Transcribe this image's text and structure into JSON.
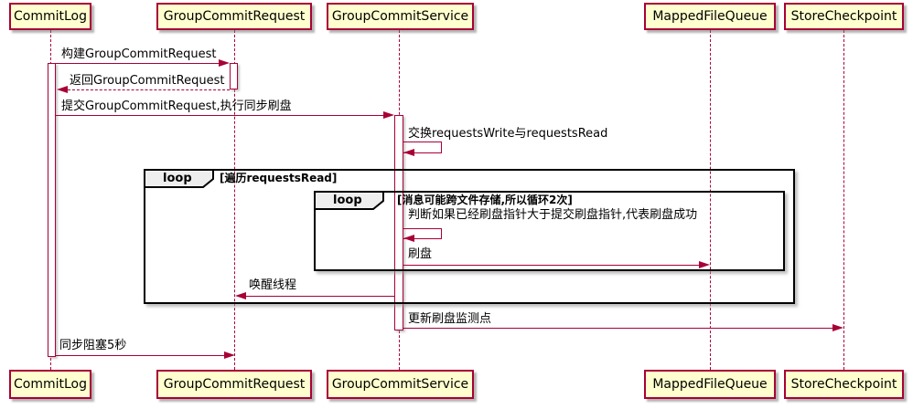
{
  "diagram_type": "sequence-diagram",
  "colors": {
    "participant_fill": "#FEFECE",
    "accent_border": "#A80036",
    "lifeline": "#A80036",
    "arrow": "#A80036",
    "frame_border": "#000000",
    "loop_tab_fill": "#EEEEEE",
    "text": "#000000"
  },
  "participants": [
    {
      "name": "CommitLog"
    },
    {
      "name": "GroupCommitRequest"
    },
    {
      "name": "GroupCommitService"
    },
    {
      "name": "MappedFileQueue"
    },
    {
      "name": "StoreCheckpoint"
    }
  ],
  "loops": {
    "outer": {
      "label": "loop",
      "condition": "[遍历requestsRead]"
    },
    "inner": {
      "label": "loop",
      "condition": "[消息可能跨文件存储,所以循环2次]"
    }
  },
  "messages": {
    "build": {
      "text": "构建GroupCommitRequest",
      "from": "CommitLog",
      "to": "GroupCommitRequest",
      "line": "solid"
    },
    "return": {
      "text": "返回GroupCommitRequest",
      "from": "GroupCommitRequest",
      "to": "CommitLog",
      "line": "dashed"
    },
    "submit": {
      "text": "提交GroupCommitRequest,执行同步刷盘",
      "from": "CommitLog",
      "to": "GroupCommitService",
      "line": "solid"
    },
    "swap": {
      "text": "交换requestsWrite与requestsRead",
      "from": "GroupCommitService",
      "to": "GroupCommitService",
      "line": "solid"
    },
    "judge": {
      "text": "判断如果已经刷盘指针大于提交刷盘指针,代表刷盘成功",
      "from": "GroupCommitService",
      "to": "GroupCommitService",
      "line": "solid"
    },
    "flush": {
      "text": "刷盘",
      "from": "GroupCommitService",
      "to": "MappedFileQueue",
      "line": "solid"
    },
    "wake": {
      "text": "唤醒线程",
      "from": "GroupCommitService",
      "to": "GroupCommitRequest",
      "line": "solid"
    },
    "checkpoint": {
      "text": "更新刷盘监测点",
      "from": "GroupCommitService",
      "to": "StoreCheckpoint",
      "line": "solid"
    },
    "block": {
      "text": "同步阻塞5秒",
      "from": "CommitLog",
      "to": "GroupCommitRequest",
      "line": "solid"
    }
  }
}
